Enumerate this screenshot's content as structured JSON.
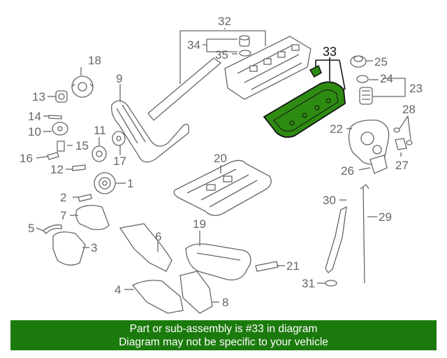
{
  "highlight_color": "#2e8b12",
  "banner": {
    "line1": "Part or sub-assembly is #33 in diagram",
    "line2": "Diagram may not be specific to your vehicle",
    "color": "#1b7a0c"
  },
  "callouts": {
    "c1": "1",
    "c2": "2",
    "c3": "3",
    "c4": "4",
    "c5": "5",
    "c6": "6",
    "c7": "7",
    "c8": "8",
    "c9": "9",
    "c10": "10",
    "c11": "11",
    "c12": "12",
    "c13": "13",
    "c14": "14",
    "c15": "15",
    "c16": "16",
    "c17": "17",
    "c18": "18",
    "c19": "19",
    "c20": "20",
    "c21": "21",
    "c22": "22",
    "c23": "23",
    "c24": "24",
    "c25": "25",
    "c26": "26",
    "c27": "27",
    "c28": "28",
    "c29": "29",
    "c30": "30",
    "c31": "31",
    "c32": "32",
    "c33": "33",
    "c34": "34",
    "c35": "35"
  }
}
